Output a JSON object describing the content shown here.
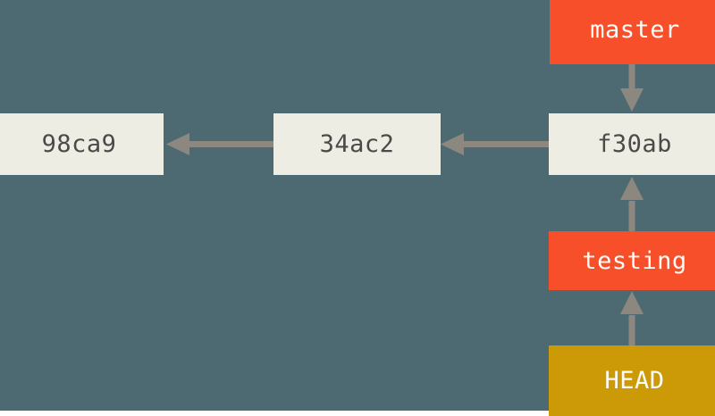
{
  "diagram": {
    "title": "git-branch-head-diagram",
    "background_color": "#4d6a73",
    "arrow_color": "#8c8880",
    "commit_box_color": "#eeede4",
    "commit_text_color": "#4a4a48",
    "branch_box_color": "#f64f29",
    "branch_text_color": "#fdfcf8",
    "head_box_color": "#cc9a06",
    "head_text_color": "#fdfcf8"
  },
  "commits": [
    {
      "id": "98ca9",
      "label": "98ca9"
    },
    {
      "id": "34ac2",
      "label": "34ac2"
    },
    {
      "id": "f30ab",
      "label": "f30ab"
    }
  ],
  "branches": [
    {
      "id": "master",
      "label": "master"
    },
    {
      "id": "testing",
      "label": "testing"
    }
  ],
  "head": {
    "label": "HEAD"
  },
  "arrows": [
    {
      "id": "34ac2-to-98ca9",
      "from": "34ac2",
      "to": "98ca9",
      "direction": "left"
    },
    {
      "id": "f30ab-to-34ac2",
      "from": "f30ab",
      "to": "34ac2",
      "direction": "left"
    },
    {
      "id": "master-to-f30ab",
      "from": "master",
      "to": "f30ab",
      "direction": "down"
    },
    {
      "id": "testing-to-f30ab",
      "from": "testing",
      "to": "f30ab",
      "direction": "up"
    },
    {
      "id": "head-to-testing",
      "from": "HEAD",
      "to": "testing",
      "direction": "up"
    }
  ]
}
